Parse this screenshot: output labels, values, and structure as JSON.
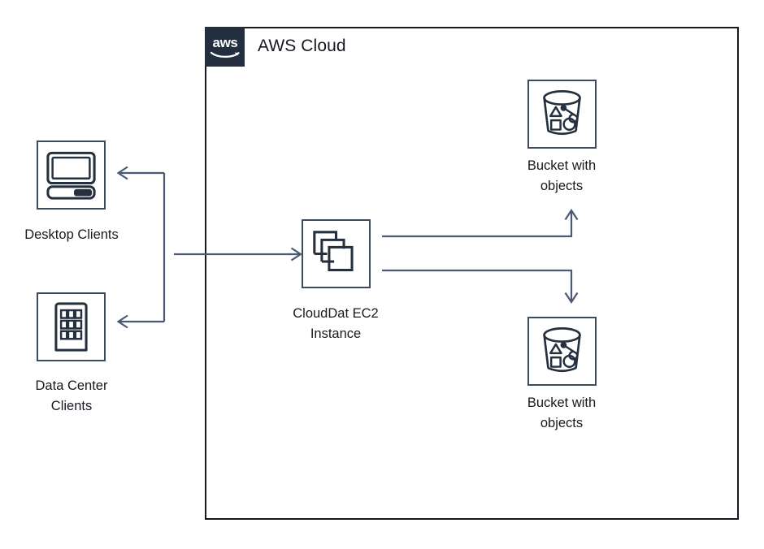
{
  "diagram": {
    "title": "AWS Cloud architecture diagram",
    "colors": {
      "aws_navy": "#232f3e",
      "icon_stroke": "#3b4a5f",
      "connector": "#4a5a73",
      "border": "#16191f",
      "background": "#ffffff"
    }
  },
  "cloud": {
    "label": "AWS Cloud",
    "logo_text": "aws",
    "logo_icon": "aws-logo-icon"
  },
  "nodes": [
    {
      "id": "desktop-clients",
      "label": "Desktop Clients",
      "icon": "desktop-computer-icon",
      "inside_cloud": false
    },
    {
      "id": "data-center-clients",
      "label": "Data Center\nClients",
      "icon": "data-center-building-icon",
      "inside_cloud": false
    },
    {
      "id": "clouddat-ec2-instance",
      "label": "CloudDat EC2\nInstance",
      "icon": "ec2-instances-icon",
      "inside_cloud": true
    },
    {
      "id": "bucket-with-objects-top",
      "label": "Bucket with\nobjects",
      "icon": "s3-bucket-with-objects-icon",
      "inside_cloud": true
    },
    {
      "id": "bucket-with-objects-bottom",
      "label": "Bucket with\nobjects",
      "icon": "s3-bucket-with-objects-icon",
      "inside_cloud": true
    }
  ],
  "connections": [
    {
      "id": "clients-to-ec2",
      "from": "clients-junction",
      "to": "clouddat-ec2-instance",
      "direction": "right",
      "arrowhead": "open"
    },
    {
      "id": "junction-to-desktop-clients",
      "from": "clients-junction",
      "to": "desktop-clients",
      "direction": "left",
      "arrowhead": "open"
    },
    {
      "id": "junction-to-data-center-clients",
      "from": "clients-junction",
      "to": "data-center-clients",
      "direction": "left",
      "arrowhead": "open"
    },
    {
      "id": "ec2-to-bucket-top",
      "from": "clouddat-ec2-instance",
      "to": "bucket-with-objects-top",
      "direction": "up",
      "arrowhead": "open"
    },
    {
      "id": "ec2-to-bucket-bottom",
      "from": "clouddat-ec2-instance",
      "to": "bucket-with-objects-bottom",
      "direction": "down",
      "arrowhead": "open"
    }
  ]
}
